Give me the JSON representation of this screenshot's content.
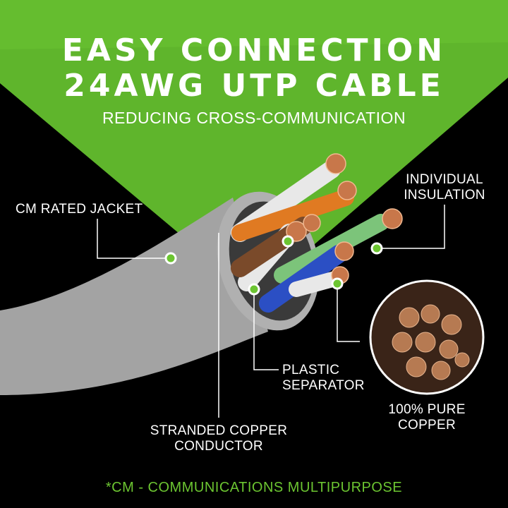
{
  "header": {
    "title_line1": "EASY CONNECTION",
    "title_line2": "24AWG UTP CABLE",
    "subtitle": "REDUCING CROSS-COMMUNICATION"
  },
  "callouts": {
    "jacket": "CM RATED JACKET",
    "insulation_1": "INDIVIDUAL",
    "insulation_2": "INSULATION",
    "separator_1": "PLASTIC",
    "separator_2": "SEPARATOR",
    "conductor_1": "STRANDED COPPER",
    "conductor_2": "CONDUCTOR",
    "copper_1": "100% PURE",
    "copper_2": "COPPER"
  },
  "footnote": "*CM - COMMUNICATIONS MULTIPURPOSE",
  "colors": {
    "accent": "#6cc531",
    "jacket": "#9a9a9a",
    "copper": "#c8774a"
  }
}
